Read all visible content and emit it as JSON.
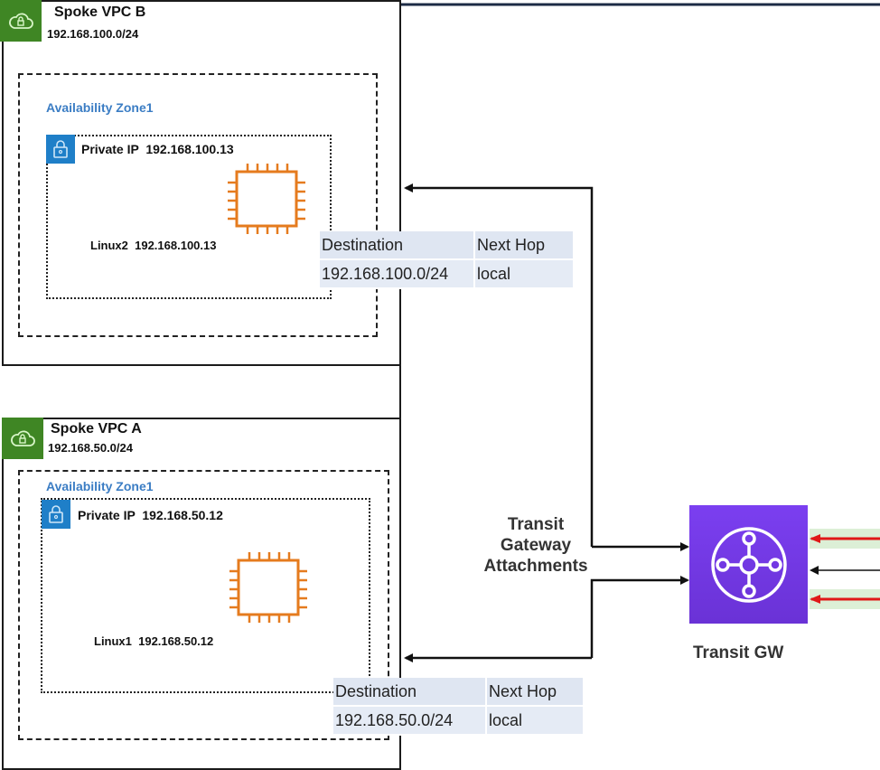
{
  "spoke_vpc_b": {
    "title": "Spoke VPC B",
    "cidr": "192.168.100.0/24",
    "availability_zone": "Availability Zone1",
    "subnet_label": "Private IP  192.168.100.13",
    "instance_label": "Linux2  192.168.100.13",
    "route_table": {
      "headers": [
        "Destination",
        "Next Hop"
      ],
      "rows": [
        [
          "192.168.100.0/24",
          "local"
        ]
      ]
    }
  },
  "spoke_vpc_a": {
    "title": "Spoke VPC A",
    "cidr": "192.168.50.0/24",
    "availability_zone": "Availability Zone1",
    "subnet_label": "Private IP  192.168.50.12",
    "instance_label": "Linux1  192.168.50.12",
    "route_table": {
      "headers": [
        "Destination",
        "Next Hop"
      ],
      "rows": [
        [
          "192.168.50.0/24",
          "local"
        ]
      ]
    }
  },
  "attachments_label": {
    "line1": "Transit",
    "line2": "Gateway",
    "line3": "Attachments"
  },
  "transit_gateway": {
    "name": "Transit GW"
  },
  "icons": {
    "vpc": "vpc-cloud-lock-icon",
    "subnet": "private-subnet-lock-icon",
    "instance": "ec2-instance-chip-icon",
    "tgw": "transit-gateway-hub-icon"
  },
  "colors": {
    "vpc_green": "#3f8624",
    "subnet_blue": "#1f7fc8",
    "az_text_blue": "#3b7dc4",
    "instance_orange": "#e57b1e",
    "tgw_purple": "#7b3ff0",
    "route_table_bg": "#e5ebf5",
    "highlight_arrow_red": "#e01818",
    "highlight_band_green": "#dcefd6"
  }
}
